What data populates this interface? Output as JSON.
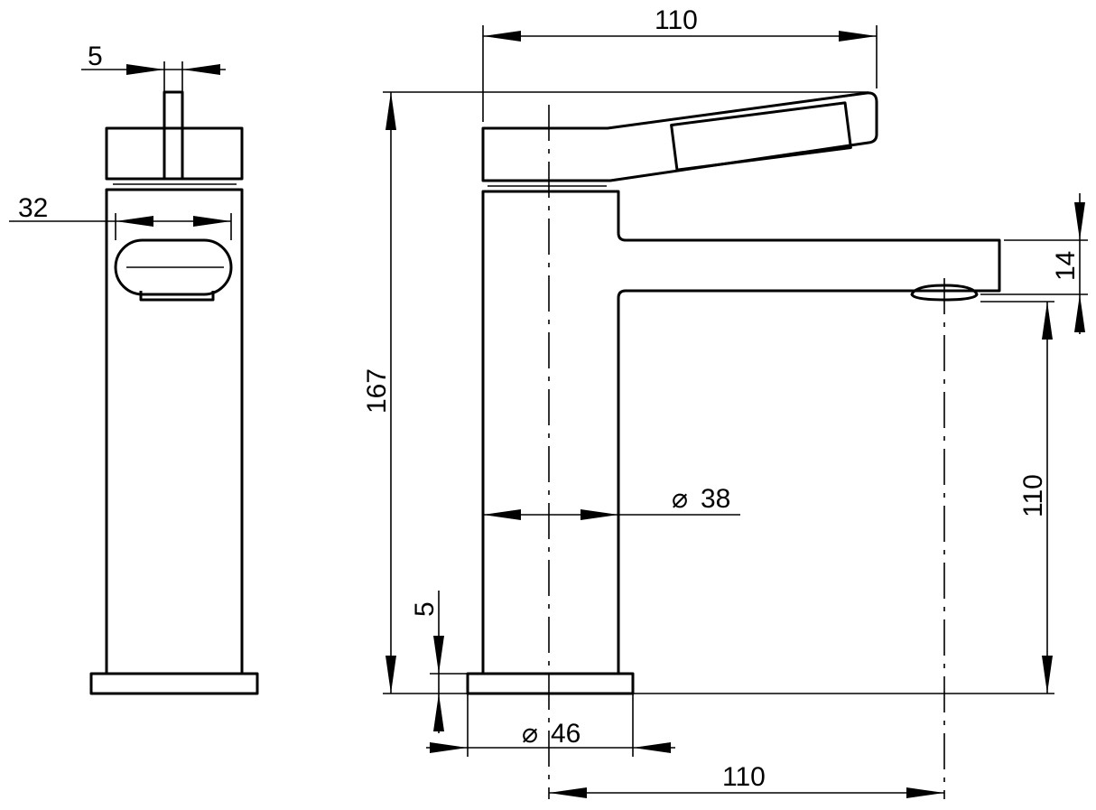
{
  "dimensions": {
    "lever_thickness": "5",
    "aerator_width": "32",
    "spout_reach_top": "110",
    "total_height": "167",
    "spout_thickness": "14",
    "outlet_height": "110",
    "body_diameter": "38",
    "base_thickness": "5",
    "base_diameter": "46",
    "projection": "110"
  },
  "diameter_symbol": "⌀"
}
